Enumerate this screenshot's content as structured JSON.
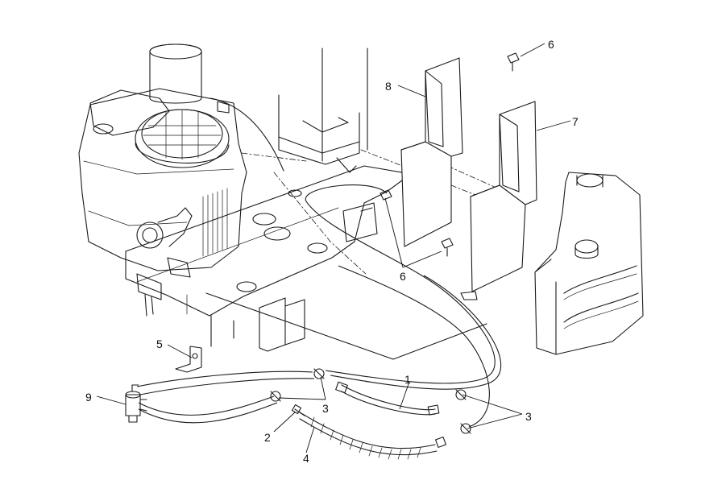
{
  "callouts": [
    {
      "id": "c1",
      "text": "1"
    },
    {
      "id": "c2",
      "text": "2"
    },
    {
      "id": "c3a",
      "text": "3"
    },
    {
      "id": "c3b",
      "text": "3"
    },
    {
      "id": "c4",
      "text": "4"
    },
    {
      "id": "c5",
      "text": "5"
    },
    {
      "id": "c6a",
      "text": "6"
    },
    {
      "id": "c6b",
      "text": "6"
    },
    {
      "id": "c7",
      "text": "7"
    },
    {
      "id": "c8",
      "text": "8"
    },
    {
      "id": "c9",
      "text": "9"
    }
  ]
}
